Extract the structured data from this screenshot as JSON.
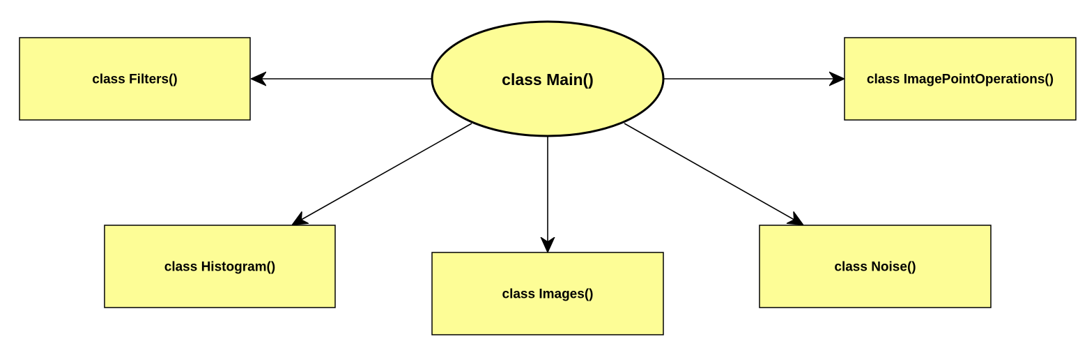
{
  "diagram": {
    "nodes": {
      "main": {
        "label": "class Main()",
        "shape": "ellipse",
        "fill": "#fdfd96"
      },
      "filters": {
        "label": "class Filters()",
        "shape": "rectangle",
        "fill": "#fdfd96"
      },
      "image_point_operations": {
        "label": "class ImagePointOperations()",
        "shape": "rectangle",
        "fill": "#fdfd96"
      },
      "histogram": {
        "label": "class Histogram()",
        "shape": "rectangle",
        "fill": "#fdfd96"
      },
      "images": {
        "label": "class Images()",
        "shape": "rectangle",
        "fill": "#fdfd96"
      },
      "noise": {
        "label": "class Noise()",
        "shape": "rectangle",
        "fill": "#fdfd96"
      }
    },
    "edges": [
      {
        "from": "main",
        "to": "filters"
      },
      {
        "from": "main",
        "to": "image_point_operations"
      },
      {
        "from": "main",
        "to": "histogram"
      },
      {
        "from": "main",
        "to": "images"
      },
      {
        "from": "main",
        "to": "noise"
      }
    ],
    "colors": {
      "node_fill": "#fdfd96",
      "stroke": "#000000"
    }
  }
}
